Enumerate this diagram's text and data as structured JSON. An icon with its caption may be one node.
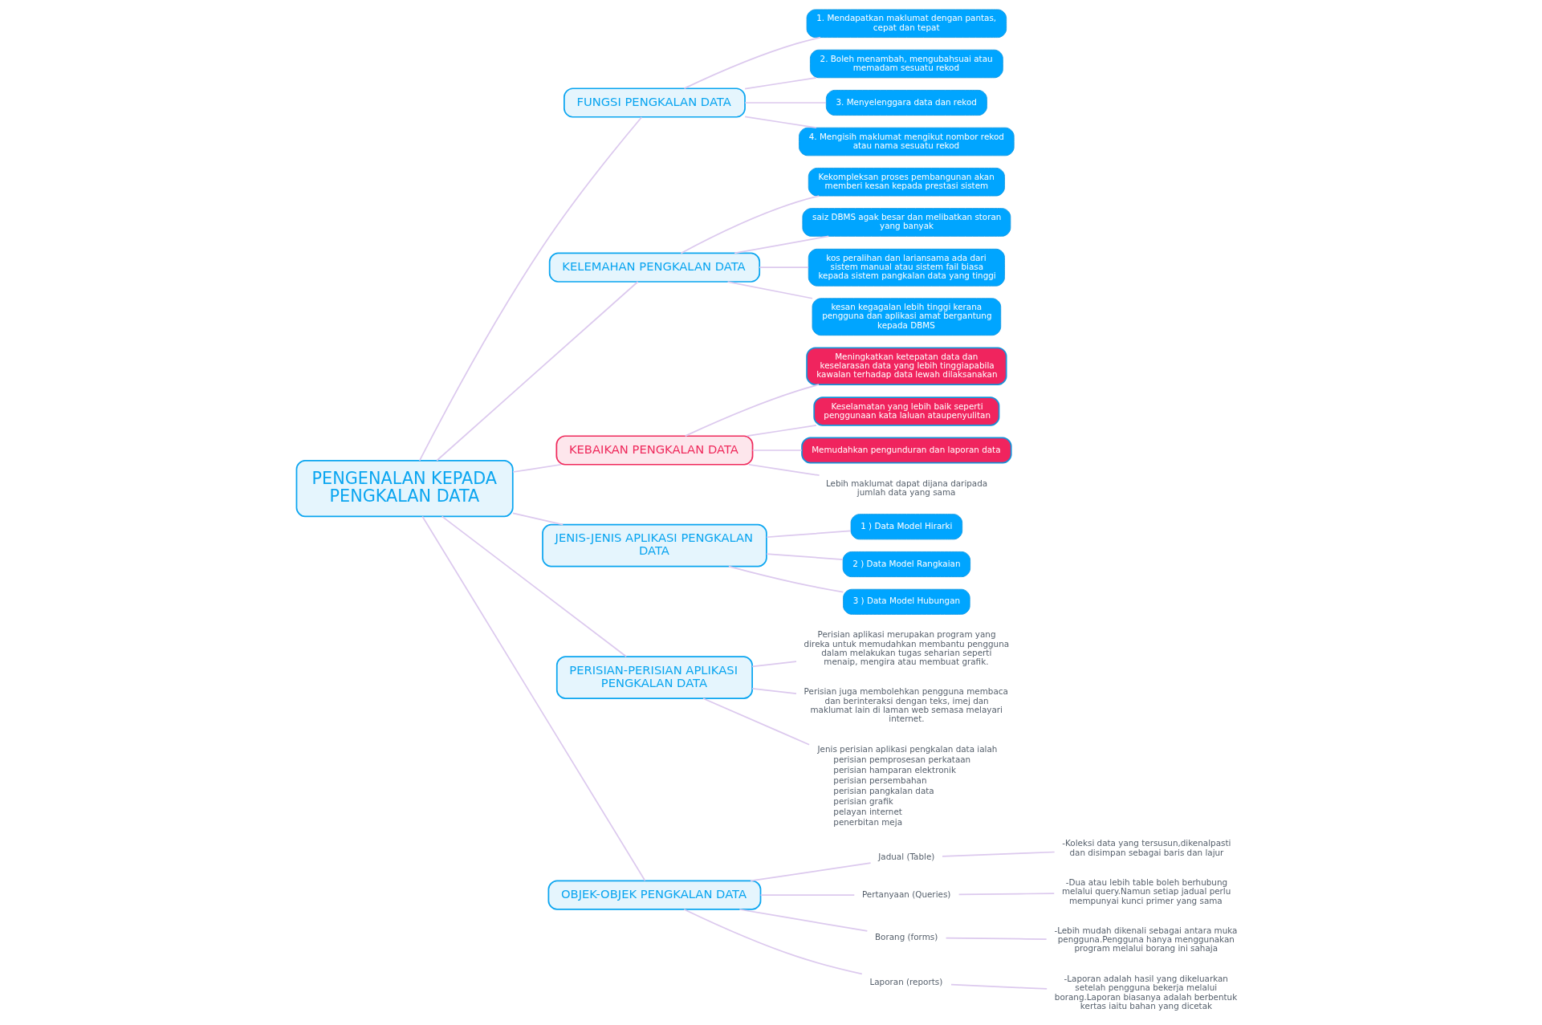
{
  "diagram": {
    "nodes": [
      {
        "text": [
          "PENGENALAN KEPADA PENGKALAN DATA"
        ]
      },
      {
        "text": [
          "FUNGSI PENGKALAN DATA"
        ]
      },
      {
        "text": [
          "1. Mendapatkan maklumat dengan pantas, cepat dan tepat"
        ]
      },
      {
        "text": [
          "2. Boleh menambah, mengubahsuai atau memadam sesuatu rekod"
        ]
      },
      {
        "text": [
          "3. Menyelenggara data dan rekod"
        ]
      },
      {
        "text": [
          "4. Mengisih maklumat mengikut nombor rekod atau nama sesuatu rekod"
        ]
      },
      {
        "text": [
          "KELEMAHAN PENGKALAN DATA"
        ]
      },
      {
        "text": [
          "Kekompleksan proses pembangunan akan memberi kesan kepada prestasi sistem"
        ]
      },
      {
        "text": [
          "saiz DBMS agak besar dan melibatkan storan yang banyak"
        ]
      },
      {
        "text": [
          "kos peralihan dan lariansama ada dari sistem manual atau sistem fail biasa kepada sistem pangkalan data yang tinggi"
        ]
      },
      {
        "text": [
          "kesan kegagalan lebih tinggi kerana pengguna dan aplikasi amat bergantung kepada DBMS"
        ]
      },
      {
        "text": [
          "KEBAIKAN PENGKALAN DATA"
        ]
      },
      {
        "text": [
          "Meningkatkan ketepatan data dan keselarasan data yang lebih tinggiapabila kawalan terhadap data lewah dilaksanakan"
        ]
      },
      {
        "text": [
          "Keselamatan yang lebih baik seperti penggunaan kata laluan ataupenyulitan"
        ]
      },
      {
        "text": [
          "Memudahkan pengunduran dan laporan data"
        ]
      },
      {
        "text": [
          "Lebih maklumat dapat dijana daripada jumlah data yang sama"
        ]
      },
      {
        "text": [
          "JENIS-JENIS APLIKASI PENGKALAN DATA"
        ]
      },
      {
        "text": [
          "1 ) Data Model Hirarki"
        ]
      },
      {
        "text": [
          "2 ) Data Model Rangkaian"
        ]
      },
      {
        "text": [
          "3 ) Data Model Hubungan"
        ]
      },
      {
        "text": [
          "PERISIAN-PERISIAN APLIKASI PENGKALAN DATA"
        ]
      },
      {
        "text": [
          "Perisian aplikasi merupakan program yang direka untuk memudahkan membantu pengguna dalam melakukan tugas seharian seperti menaip, mengira atau membuat grafik."
        ]
      },
      {
        "text": [
          "Perisian juga membolehkan pengguna membaca dan berinteraksi dengan teks, imej dan maklumat lain di laman web semasa melayari internet."
        ]
      },
      {
        "text": [
          "Jenis perisian aplikasi pengkalan data ialah",
          "perisian pemprosesan perkataan",
          "perisian hamparan elektronik",
          "perisian persembahan",
          "perisian pangkalan data",
          "perisian grafik",
          "pelayan internet",
          "penerbitan meja"
        ]
      },
      {
        "text": [
          "OBJEK-OBJEK PENGKALAN DATA"
        ]
      },
      {
        "text": [
          "Jadual (Table)"
        ]
      },
      {
        "text": [
          "-Koleksi data yang tersusun,dikenalpasti dan disimpan sebagai baris dan lajur"
        ]
      },
      {
        "text": [
          "Pertanyaan (Queries)"
        ]
      },
      {
        "text": [
          "-Dua atau lebih table boleh berhubung melalui query.Namun setiap jadual perlu mempunyai kunci primer yang sama"
        ]
      },
      {
        "text": [
          "Borang (forms)"
        ]
      },
      {
        "text": [
          "-Lebih mudah dikenali sebagai antara muka pengguna.Pengguna hanya menggunakan program melalui borang ini sahaja"
        ]
      },
      {
        "text": [
          "Laporan (reports)"
        ]
      },
      {
        "text": [
          "-Laporan adalah hasil yang dikeluarkan setelah pengguna bekerja melalui borang.Laporan biasanya adalah berbentuk kertas iaitu bahan yang dicetak"
        ]
      }
    ],
    "edges": [
      {
        "from": 0,
        "to": 1,
        "arrow": "none"
      },
      {
        "from": 1,
        "to": 2,
        "arrow": "none"
      },
      {
        "from": 1,
        "to": 3,
        "arrow": "none"
      },
      {
        "from": 1,
        "to": 4,
        "arrow": "none"
      },
      {
        "from": 1,
        "to": 5,
        "arrow": "none"
      },
      {
        "from": 0,
        "to": 6,
        "arrow": "none"
      },
      {
        "from": 6,
        "to": 7,
        "arrow": "none"
      },
      {
        "from": 6,
        "to": 8,
        "arrow": "none"
      },
      {
        "from": 6,
        "to": 9,
        "arrow": "none"
      },
      {
        "from": 6,
        "to": 10,
        "arrow": "none"
      },
      {
        "from": 0,
        "to": 11,
        "arrow": "none"
      },
      {
        "from": 11,
        "to": 12,
        "arrow": "none"
      },
      {
        "from": 11,
        "to": 13,
        "arrow": "none"
      },
      {
        "from": 11,
        "to": 14,
        "arrow": "none"
      },
      {
        "from": 11,
        "to": 15,
        "arrow": "none"
      },
      {
        "from": 0,
        "to": 16,
        "arrow": "none"
      },
      {
        "from": 16,
        "to": 17,
        "arrow": "none"
      },
      {
        "from": 16,
        "to": 18,
        "arrow": "none"
      },
      {
        "from": 16,
        "to": 19,
        "arrow": "none"
      },
      {
        "from": 0,
        "to": 20,
        "arrow": "none"
      },
      {
        "from": 20,
        "to": 21,
        "arrow": "none"
      },
      {
        "from": 20,
        "to": 22,
        "arrow": "none"
      },
      {
        "from": 20,
        "to": 23,
        "arrow": "none"
      },
      {
        "from": 0,
        "to": 24,
        "arrow": "none"
      },
      {
        "from": 24,
        "to": 25,
        "arrow": "none"
      },
      {
        "from": 25,
        "to": 26,
        "arrow": "none"
      },
      {
        "from": 24,
        "to": 27,
        "arrow": "none"
      },
      {
        "from": 27,
        "to": 28,
        "arrow": "none"
      },
      {
        "from": 24,
        "to": 29,
        "arrow": "none"
      },
      {
        "from": 29,
        "to": 30,
        "arrow": "none"
      },
      {
        "from": 24,
        "to": 31,
        "arrow": "none"
      },
      {
        "from": 31,
        "to": 32,
        "arrow": "none"
      }
    ]
  }
}
